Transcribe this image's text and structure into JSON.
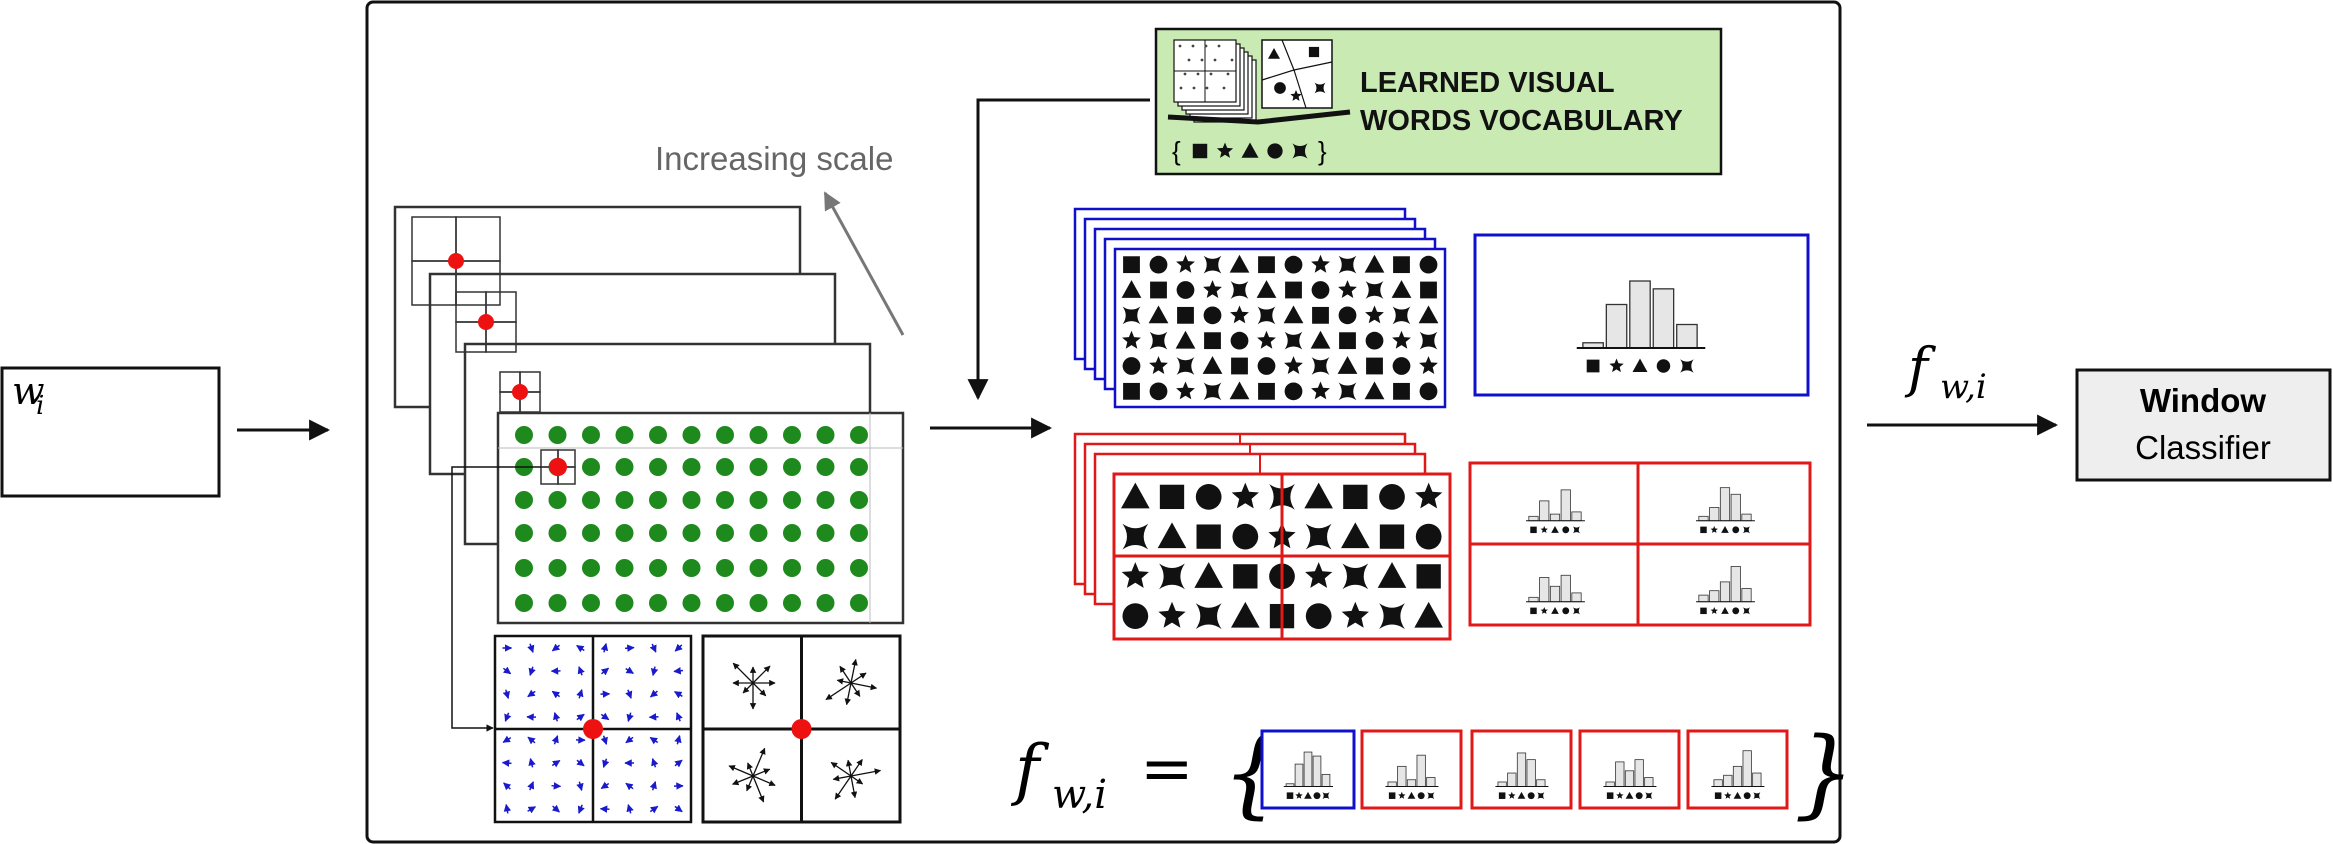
{
  "input_window": {
    "label": "w",
    "subscript": "i"
  },
  "scale_label": "Increasing scale",
  "vocabulary": {
    "line1": "LEARNED VISUAL",
    "line2": "WORDS VOCABULARY",
    "brace_open": "{",
    "brace_close": "}"
  },
  "feature_label": {
    "f": "f",
    "sub": "w,i"
  },
  "equation": {
    "lhs": "f",
    "sub": "w,i",
    "eq": "=",
    "brace_open": "{",
    "brace_close": "}"
  },
  "classifier": {
    "line1": "Window",
    "line2": "Classifier"
  },
  "colors": {
    "stroke": "#222222",
    "keypoint": "#ee1111",
    "dense_grid": "#1e8a1e",
    "gradient_arrow": "#1a1acc",
    "pyramid_level0": "#1010cc",
    "pyramid_level1": "#e01818",
    "vocab_bg": "#c9ebb3",
    "histogram_bar": "#e6e6e6",
    "classifier_bg": "#eeeeee",
    "scale_arrow": "#777777"
  },
  "histograms": {
    "level0": [
      0.06,
      0.5,
      0.77,
      0.68,
      0.27
    ],
    "level1": [
      [
        0.1,
        0.45,
        0.15,
        0.7,
        0.2
      ],
      [
        0.1,
        0.3,
        0.75,
        0.6,
        0.15
      ],
      [
        0.1,
        0.55,
        0.35,
        0.6,
        0.2
      ],
      [
        0.15,
        0.25,
        0.45,
        0.8,
        0.3
      ]
    ]
  },
  "icons": [
    "square-icon",
    "star-icon",
    "triangle-icon",
    "circle-icon",
    "bowtie-icon"
  ]
}
